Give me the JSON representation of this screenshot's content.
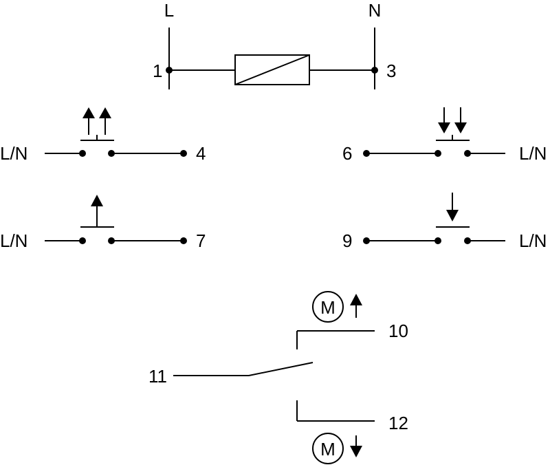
{
  "supply": {
    "line_label": "L",
    "neutral_label": "N"
  },
  "terminals": {
    "t1": "1",
    "t3": "3",
    "t4": "4",
    "t6": "6",
    "t7": "7",
    "t9": "9",
    "t10": "10",
    "t11": "11",
    "t12": "12"
  },
  "inputs": {
    "ln_4": "L/N",
    "ln_6": "L/N",
    "ln_7": "L/N",
    "ln_9": "L/N"
  },
  "motor": {
    "up_symbol": "M",
    "down_symbol": "M"
  },
  "colors": {
    "ink": "#000000",
    "background": "#ffffff"
  }
}
